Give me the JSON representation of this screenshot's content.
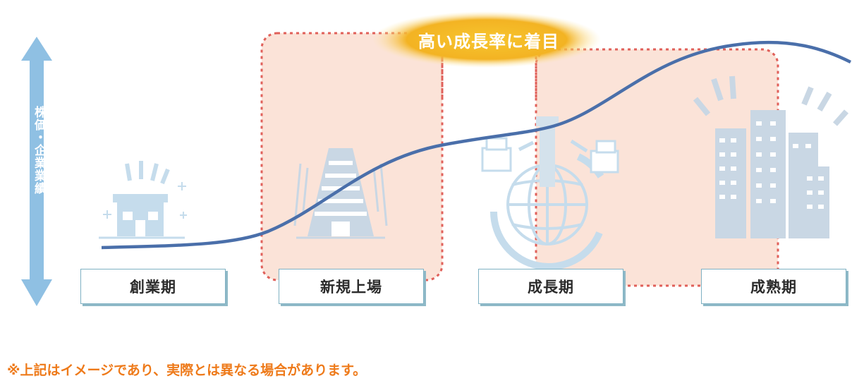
{
  "axis": {
    "label": "株価・企業業績"
  },
  "focus": {
    "label": "高い成長率に着目"
  },
  "stages": [
    {
      "label": "創業期"
    },
    {
      "label": "新規上場"
    },
    {
      "label": "成長期"
    },
    {
      "label": "成熟期"
    }
  ],
  "footnote": "※上記はイメージであり、実際とは異なる場合があります。",
  "colors": {
    "curve": "#4a6faa",
    "axis_arrow": "#8fc0e3",
    "highlight_fill": "#fbe3d8",
    "highlight_border": "#e0605a",
    "focus_glow": "#f2b321",
    "footnote": "#ee7a1a",
    "illustration": "#c5dcec"
  },
  "icons": [
    "small-shop-icon",
    "office-building-icon",
    "globe-expansion-icon",
    "city-buildings-icon"
  ]
}
